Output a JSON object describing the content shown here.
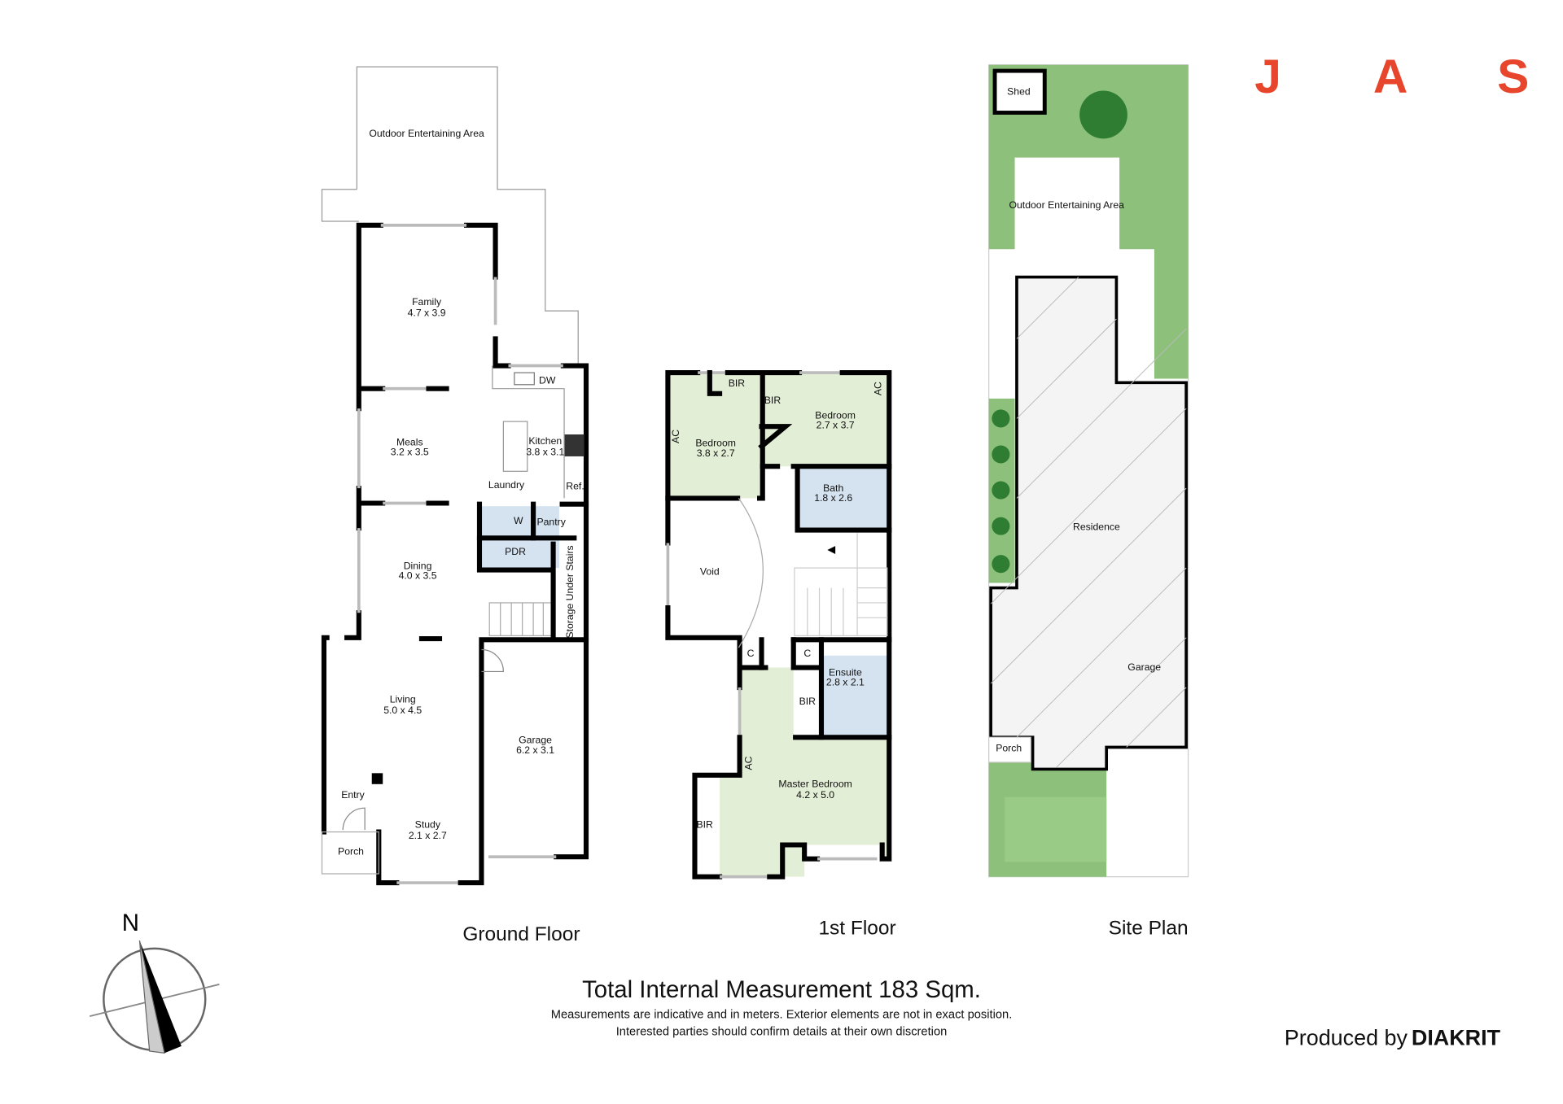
{
  "logo": {
    "letters": [
      "J",
      "A",
      "S"
    ],
    "color": "#e8462c"
  },
  "ground_floor": {
    "title": "Ground Floor",
    "outdoor": "Outdoor Entertaining Area",
    "rooms": [
      {
        "name": "Family",
        "dims": "4.7 x 3.9"
      },
      {
        "name": "Meals",
        "dims": "3.2 x 3.5"
      },
      {
        "name": "Kitchen",
        "dims": "3.8 x 3.1"
      },
      {
        "name": "Dining",
        "dims": "4.0 x 3.5"
      },
      {
        "name": "Living",
        "dims": "5.0 x 4.5"
      },
      {
        "name": "Garage",
        "dims": "6.2 x 3.1"
      },
      {
        "name": "Study",
        "dims": "2.1 x 2.7"
      }
    ],
    "labels": {
      "dw": "DW",
      "laundry": "Laundry",
      "w": "W",
      "pantry": "Pantry",
      "ref": "Ref.",
      "pdr": "PDR",
      "storage": "Storage Under Stairs",
      "entry": "Entry",
      "porch": "Porch"
    }
  },
  "first_floor": {
    "title": "1st Floor",
    "rooms": [
      {
        "name": "Bedroom",
        "dims": "3.8 x 2.7"
      },
      {
        "name": "Bedroom",
        "dims": "2.7 x 3.7"
      },
      {
        "name": "Bath",
        "dims": "1.8 x 2.6"
      },
      {
        "name": "Ensuite",
        "dims": "2.8 x 2.1"
      },
      {
        "name": "Master Bedroom",
        "dims": "4.2 x 5.0"
      }
    ],
    "labels": {
      "bir": "BIR",
      "ac": "AC",
      "void": "Void",
      "c": "C"
    },
    "colors": {
      "bedroom": "#e3eed6",
      "wet": "#d5e3f1"
    }
  },
  "site_plan": {
    "title": "Site Plan",
    "labels": {
      "shed": "Shed",
      "outdoor": "Outdoor Entertaining Area",
      "residence": "Residence",
      "garage": "Garage",
      "porch": "Porch"
    },
    "colors": {
      "lawn": "#8dc07a"
    }
  },
  "footer": {
    "total": "Total Internal Measurement 183 Sqm.",
    "note1": "Measurements are indicative and in meters. Exterior elements are not in exact position.",
    "note2": "Interested parties should confirm details at their own discretion",
    "produced_by": "Produced by",
    "brand": "DIAKRIT"
  },
  "compass": {
    "label": "N"
  }
}
